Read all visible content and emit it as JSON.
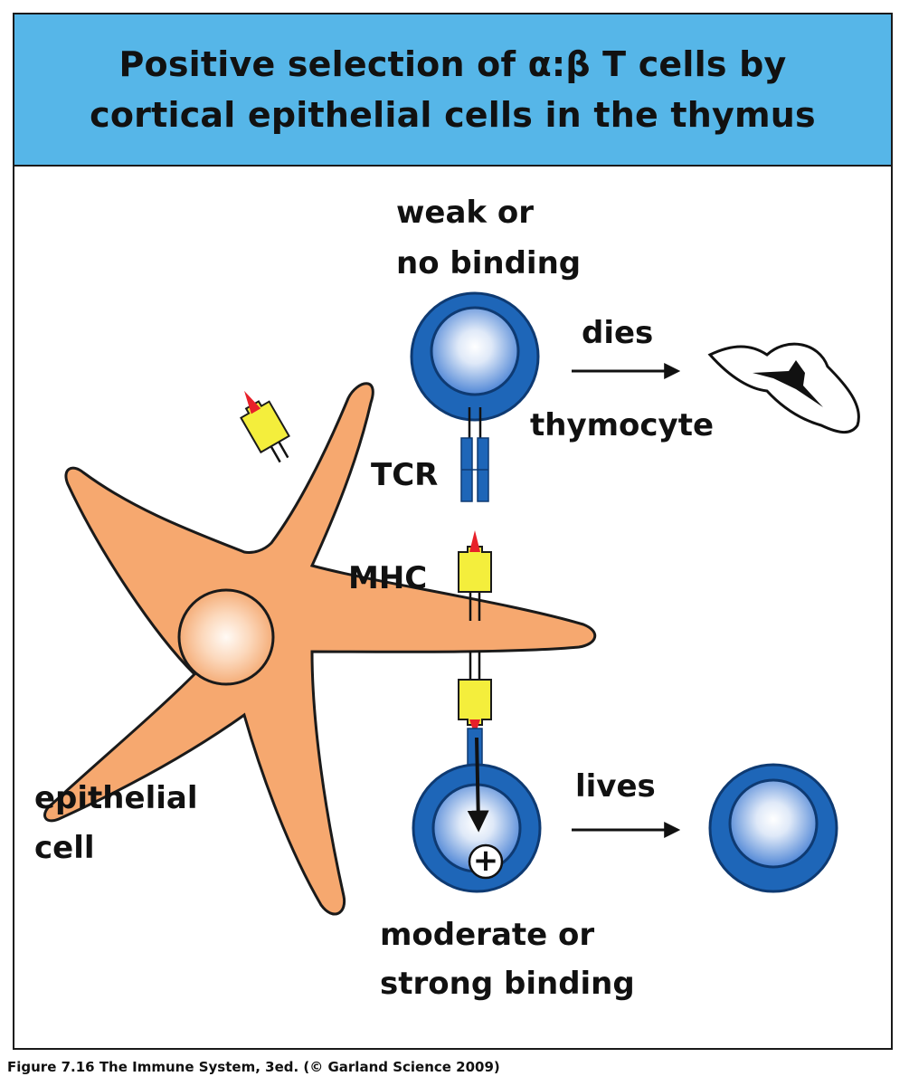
{
  "title": {
    "line1": "Positive selection of α:β T cells by",
    "line2": "cortical epithelial cells in the thymus"
  },
  "labels": {
    "weak_line1": "weak or",
    "weak_line2": "no binding",
    "dies": "dies",
    "thymocyte": "thymocyte",
    "tcr": "TCR",
    "mhc": "MHC",
    "epithelial_line1": "epithelial",
    "epithelial_line2": "cell",
    "lives": "lives",
    "plus": "+",
    "moderate_line1": "moderate or",
    "moderate_line2": "strong binding"
  },
  "caption": "Figure 7.16  The Immune System, 3ed. (© Garland Science 2009)",
  "colors": {
    "title_bg": "#56b6e8",
    "epithelial_cell": "#f6a86f",
    "t_cell_outer": "#1e66b8",
    "mhc": "#f4ee3c",
    "peptide": "#e8202a"
  }
}
